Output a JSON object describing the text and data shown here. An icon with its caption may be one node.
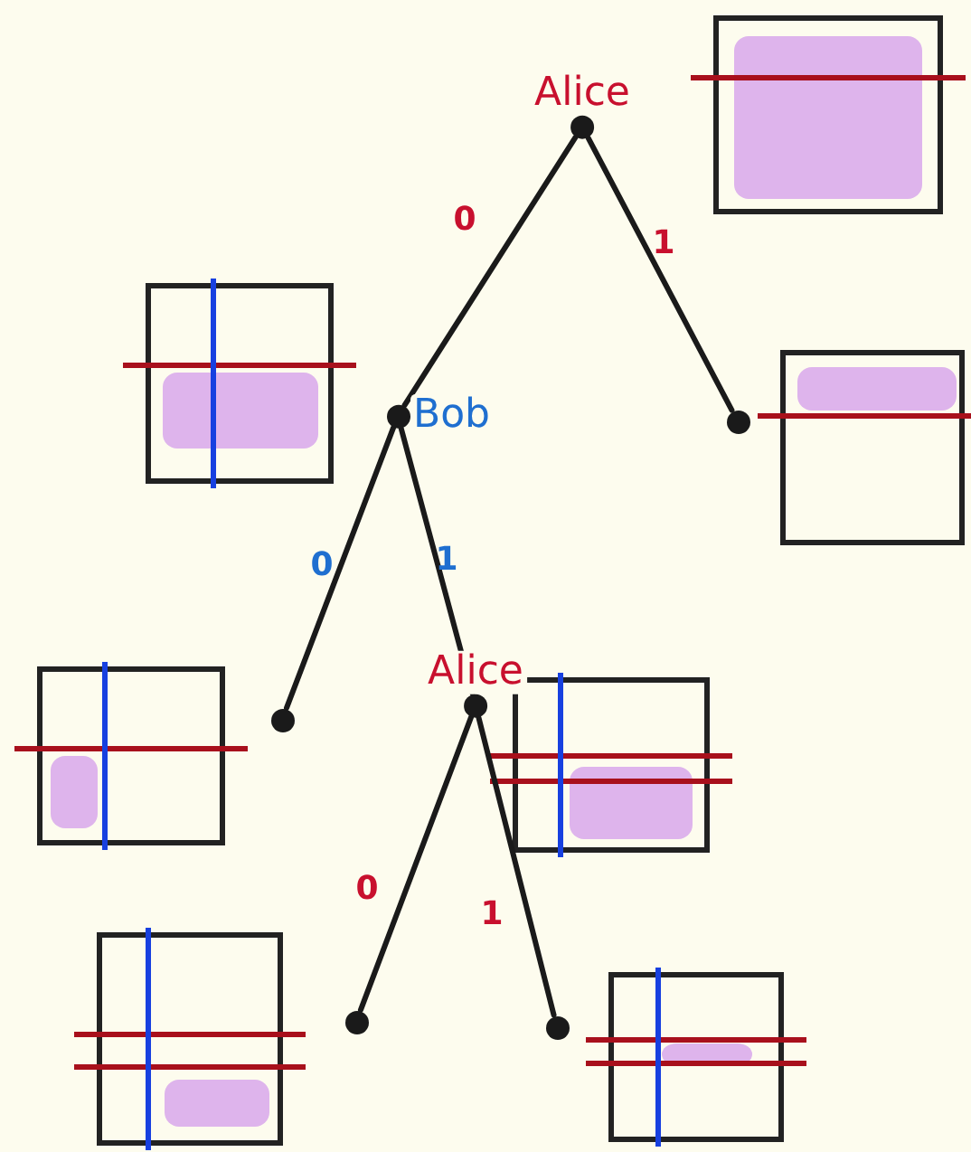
{
  "diagram": {
    "nodes": [
      {
        "text": [
          "Alice"
        ]
      },
      {
        "text": [
          "Bob"
        ]
      },
      {
        "text": [],
        "shape": "circle"
      },
      {
        "text": [],
        "shape": "circle"
      },
      {
        "text": [
          "Alice"
        ]
      },
      {
        "text": [],
        "shape": "circle"
      },
      {
        "text": [],
        "shape": "circle"
      }
    ],
    "edges": [
      {
        "from": 0,
        "to": 1,
        "arrow": "none",
        "label": "0"
      },
      {
        "from": 0,
        "to": 2,
        "arrow": "none",
        "label": "1"
      },
      {
        "from": 1,
        "to": 3,
        "arrow": "none",
        "label": "0"
      },
      {
        "from": 1,
        "to": 4,
        "arrow": "none",
        "label": "1"
      },
      {
        "from": 4,
        "to": 5,
        "arrow": "none",
        "label": "0"
      },
      {
        "from": 4,
        "to": 6,
        "arrow": "none",
        "label": "1"
      }
    ]
  }
}
